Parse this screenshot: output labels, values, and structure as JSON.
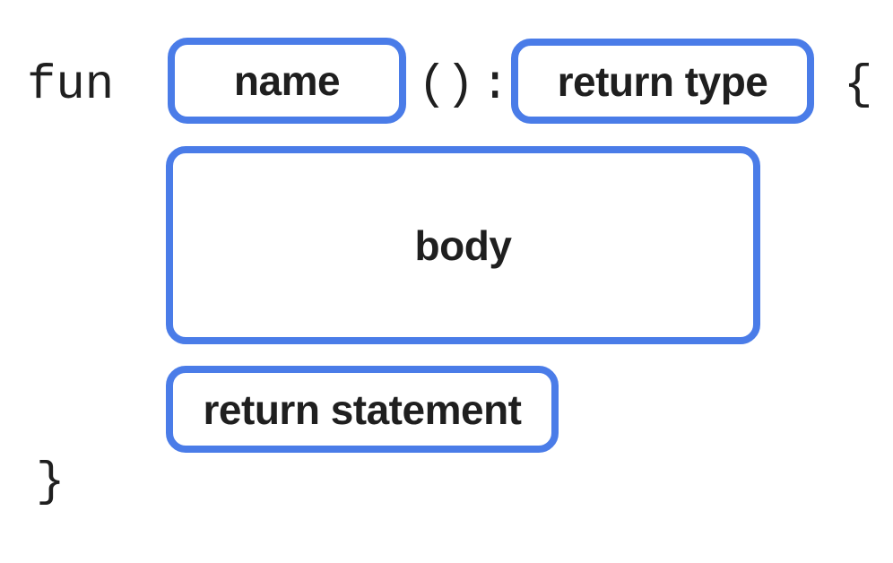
{
  "diagram": {
    "description": "anatomy of a function syntax diagram",
    "colors": {
      "accent_blue": "#4A7CE8",
      "text": "#1F1F1F",
      "background": "#FFFFFF"
    },
    "code": {
      "keyword": "fun",
      "open_paren": "(",
      "close_paren": ")",
      "colon": ":",
      "open_brace": "{",
      "close_brace": "}"
    },
    "slots": {
      "name": "name",
      "return_type": "return type",
      "body": "body",
      "return_statement": "return statement"
    }
  }
}
